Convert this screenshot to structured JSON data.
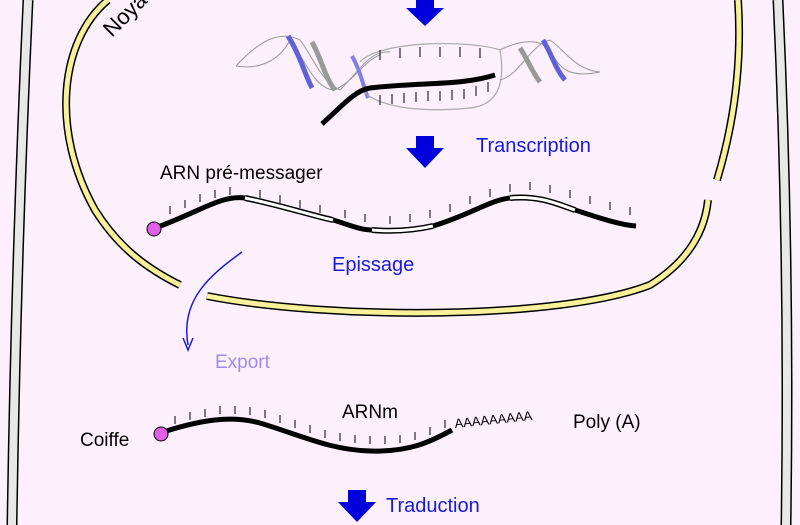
{
  "labels": {
    "nucleus": "Noyau",
    "transcription": "Transcription",
    "pre_mrna": "ARN pré-messager",
    "splicing": "Epissage",
    "export": "Export",
    "mrna": "ARNm",
    "cap": "Coiffe",
    "poly_a": "Poly (A)",
    "poly_a_tail": "AAAAAAAAA",
    "translation": "Traduction"
  },
  "colors": {
    "background": "#fbf0fb",
    "nuclear_envelope": "#f7f19a",
    "cell_membrane": "#e8e8e8",
    "arrow": "#0000dd",
    "process_text": "#1a1adb",
    "export_text": "#a08cf0",
    "cap": "#e060e8",
    "helix_accent": "#6060d8"
  }
}
